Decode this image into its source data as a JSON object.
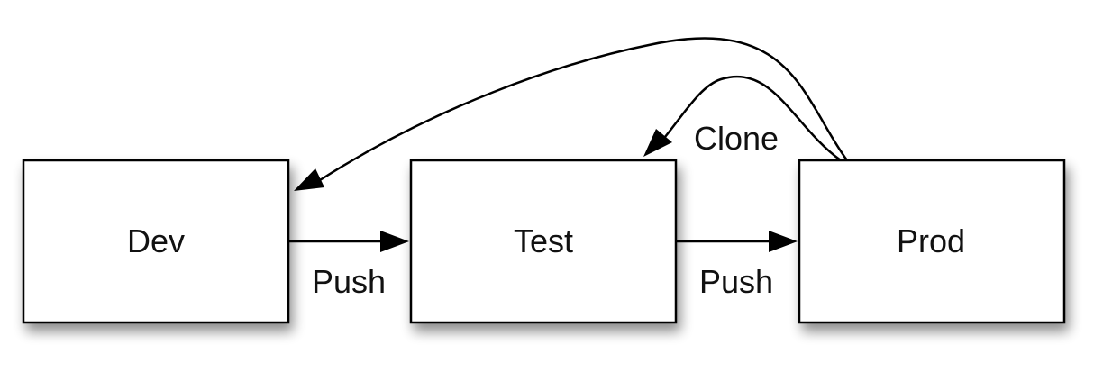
{
  "nodes": {
    "dev": "Dev",
    "test": "Test",
    "prod": "Prod"
  },
  "edges": {
    "dev_to_test": "Push",
    "test_to_prod": "Push",
    "prod_to_test": "Clone",
    "prod_to_dev": ""
  },
  "colors": {
    "stroke": "#000000",
    "fill": "#ffffff",
    "shadow": "#000000"
  }
}
